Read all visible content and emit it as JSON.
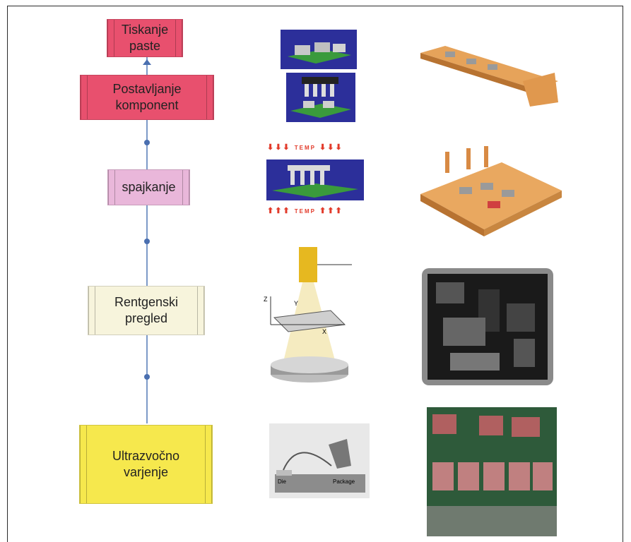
{
  "steps": [
    {
      "label": "Tiskanje\npaste"
    },
    {
      "label": "Postavljanje\nkomponent"
    },
    {
      "label": "spajkanje"
    },
    {
      "label": "Rentgenski\npregled"
    },
    {
      "label": "Ultrazvočno\nvarjenje"
    }
  ],
  "reflow": {
    "temp_top": "TEMP",
    "temp_bottom": "TEMP"
  },
  "xray_axes": {
    "z": "Z",
    "y": "Y",
    "x": "X"
  },
  "wirebond": {
    "die": "Die",
    "package": "Package"
  },
  "colors": {
    "step_red": "#e8506e",
    "step_pink": "#e9b7da",
    "step_cream": "#f7f4dc",
    "step_yellow": "#f6e84d",
    "axis": "#7c9ac8"
  }
}
